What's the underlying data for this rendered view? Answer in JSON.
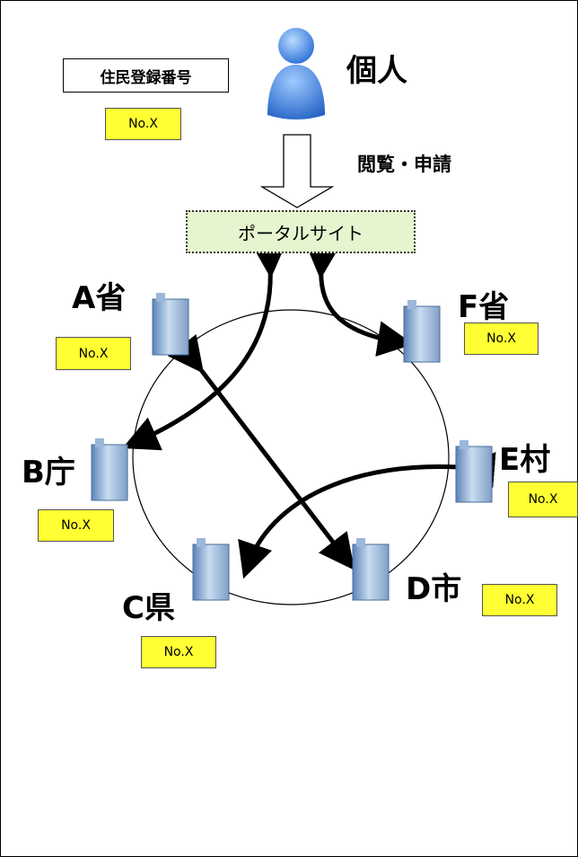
{
  "individual": {
    "id_label": "住民登録番号",
    "id_value": "No.X",
    "name": "個人",
    "action": "閲覧・申請"
  },
  "portal": {
    "label": "ポータルサイト"
  },
  "agencies": [
    {
      "name": "A省",
      "id_value": "No.X"
    },
    {
      "name": "B庁",
      "id_value": "No.X"
    },
    {
      "name": "C県",
      "id_value": "No.X"
    },
    {
      "name": "D市",
      "id_value": "No.X"
    },
    {
      "name": "E村",
      "id_value": "No.X"
    },
    {
      "name": "F省",
      "id_value": "No.X"
    }
  ],
  "colors": {
    "tag_fill": "#ffff33",
    "portal_fill": "#e6f5cf",
    "person_blue": "#2a6fd6",
    "arrow": "#000000"
  }
}
